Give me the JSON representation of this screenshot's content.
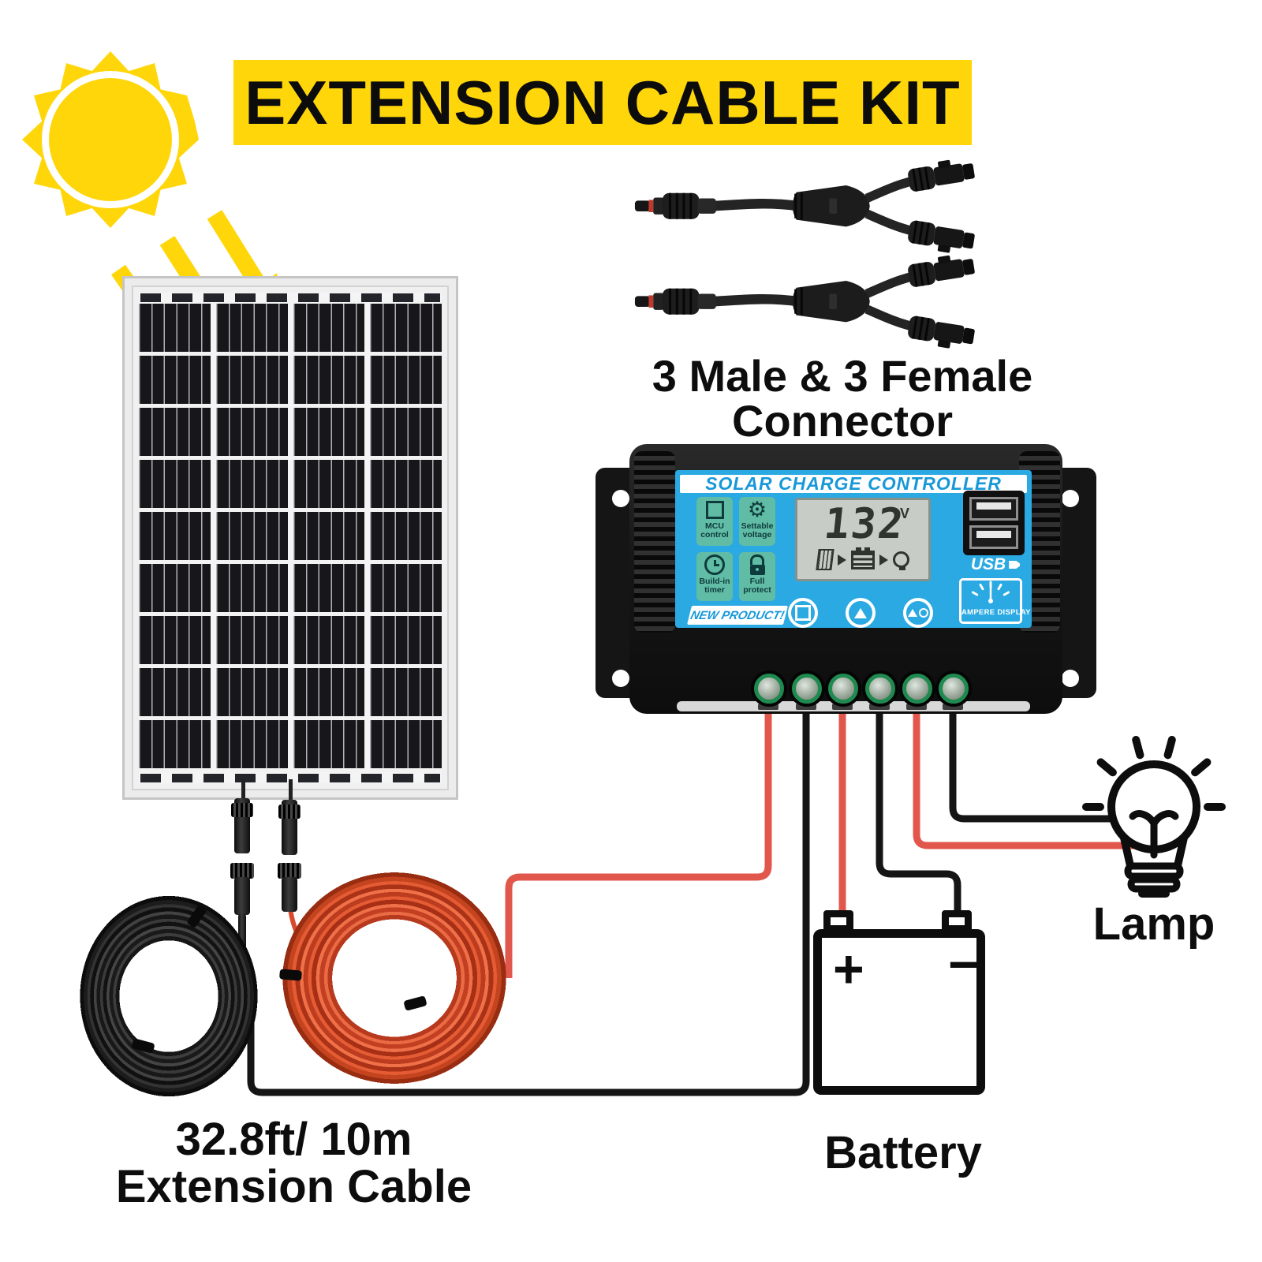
{
  "title_banner": {
    "text": "EXTENSION CABLE KIT",
    "bg_color": "#FFD60A"
  },
  "sun": {
    "color": "#FFD60A"
  },
  "connectors_caption": {
    "line1": "3 Male & 3 Female",
    "line2": "Connector"
  },
  "charge_controller": {
    "title": "SOLAR CHARGE CONTROLLER",
    "panel_color": "#2BA9E2",
    "tile_color": "#61BCA6",
    "feature_tiles": [
      {
        "line1": "MCU",
        "line2": "control"
      },
      {
        "line1": "Settable",
        "line2": "voltage"
      },
      {
        "line1": "Build-in",
        "line2": "timer"
      },
      {
        "line1": "Full",
        "line2": "protect"
      }
    ],
    "lcd": {
      "value": "132",
      "unit": "V"
    },
    "usb_label": "USB",
    "ampere_label": "AMPERE DISPLAY",
    "new_product_label": "NEW PRODUCT!"
  },
  "wiring": {
    "positive_color": "#E2574C",
    "negative_color": "#151515"
  },
  "battery": {
    "plus": "+",
    "minus": "−",
    "label": "Battery"
  },
  "lamp": {
    "label": "Lamp"
  },
  "extension_cable": {
    "line1": "32.8ft/ 10m",
    "line2": "Extension Cable"
  },
  "coils": {
    "black_cable_color": "#1c1c1c",
    "red_cable_color": "#d9492b"
  }
}
